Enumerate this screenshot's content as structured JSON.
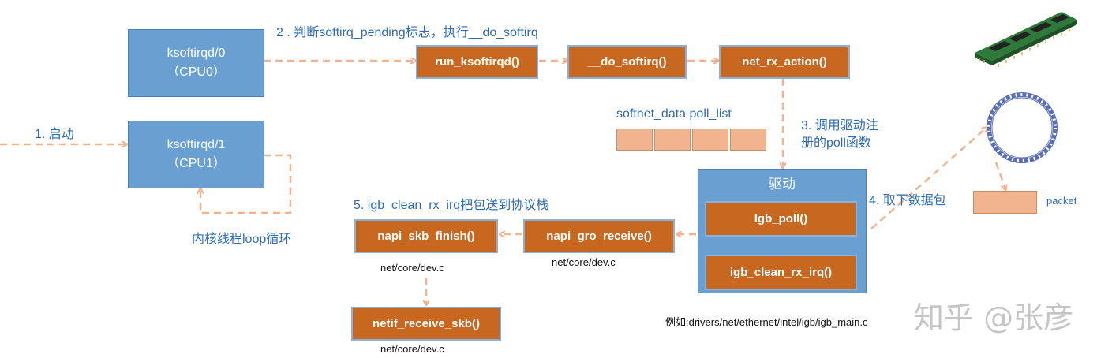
{
  "boxes": {
    "ksoftirqd0": {
      "name": "ksoftirqd/0",
      "cpu": "（CPU0）"
    },
    "ksoftirqd1": {
      "name": "ksoftirqd/1",
      "cpu": "（CPU1）"
    },
    "run_ksoftirqd": "run_ksoftirqd()",
    "do_softirq": "__do_softirq()",
    "net_rx_action": "net_rx_action()",
    "driver_title": "驱动",
    "igb_poll": "Igb_poll()",
    "igb_clean_rx_irq": "igb_clean_rx_irq()",
    "napi_gro_receive": "napi_gro_receive()",
    "napi_skb_finish": "napi_skb_finish()",
    "netif_receive_skb": "netif_receive_skb()"
  },
  "labels": {
    "step1": "1. 启动",
    "step2": "2 . 判断softirq_pending标志，执行__do_softirq",
    "step3_line1": "3. 调用驱动注",
    "step3_line2": "册的poll函数",
    "step4": "4. 取下数据包",
    "step5": "5. igb_clean_rx_irq把包送到协议栈",
    "loop": "内核线程loop循环",
    "poll_list": "softnet_data poll_list",
    "packet": "packet",
    "dev_c_1": "net/core/dev.c",
    "dev_c_2": "net/core/dev.c",
    "dev_c_3": "net/core/dev.c",
    "example": "例如:drivers/net/ethernet/intel/igb/igb_main.c",
    "watermark": "知乎 @张彦"
  },
  "colors": {
    "blue_box": "#6a9fd2",
    "orange_box": "#c8671f",
    "arrow": "#f2b48e",
    "label_blue": "#2f6bb0"
  }
}
